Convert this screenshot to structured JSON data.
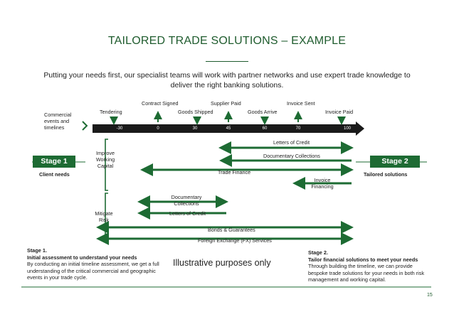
{
  "title": "TAILORED TRADE SOLUTIONS – EXAMPLE",
  "intro": "Putting your needs first, our specialist teams will work with partner networks and use expert trade knowledge to deliver the right banking solutions.",
  "timeline": {
    "label": "Commercial events and timelines",
    "events_above": [
      "Contract Signed",
      "Supplier Paid",
      "Invoice Sent"
    ],
    "events_below": [
      "Tendering",
      "Goods Shipped",
      "Goods Arrive",
      "Invoice Paid"
    ],
    "ticks": [
      "-30",
      "0",
      "30",
      "45",
      "60",
      "70",
      "100"
    ]
  },
  "stage1": {
    "label": "Stage 1",
    "caption": "Client needs"
  },
  "stage2": {
    "label": "Stage 2",
    "caption": "Tailored solutions"
  },
  "groups": {
    "improve": "Improve Working Capital",
    "mitigate": "Mitigate Risk"
  },
  "solutions": {
    "letters_of_credit_top": "Letters of Credit",
    "doc_collections_top": "Documentary Collections",
    "trade_finance": "Trade Finance",
    "invoice_financing": "Invoice Financing",
    "doc_collections_bottom": "Documentary Collections",
    "letters_of_credit_bottom": "Letters of Credit",
    "bonds": "Bonds & Guarantees",
    "fx": "Foreign Exchange (FX) Services"
  },
  "notes": {
    "stage1_title": "Stage 1.",
    "stage1_subtitle": "Initial assessment to understand your needs",
    "stage1_body": "By conducting an initial timeline assessment, we get a full understanding of the critical commercial and geographic events in your trade cycle.",
    "stage2_title": "Stage 2.",
    "stage2_subtitle": "Tailor financial solutions to meet your needs",
    "stage2_body": "Through building the timeline, we can provide bespoke trade solutions for your needs in both risk management and working capital."
  },
  "illustrative": "Illustrative purposes only",
  "page_number": "15",
  "colors": {
    "green": "#1d6b33",
    "dark": "#1a1a1a"
  }
}
